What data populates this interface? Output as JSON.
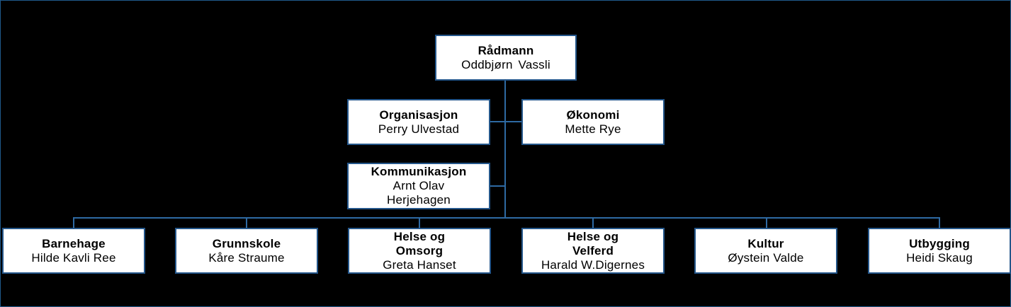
{
  "colors": {
    "background": "#000000",
    "box_fill": "#ffffff",
    "box_border": "#24568a",
    "connector": "#2e6aa3"
  },
  "top": {
    "title": "Rådmann",
    "name": "Oddbjørn  Vassli"
  },
  "staff": [
    {
      "title": "Organisasjon",
      "name": "Perry Ulvestad"
    },
    {
      "title": "Økonomi",
      "name": "Mette Rye"
    },
    {
      "title": "Kommunikasjon",
      "name": "Arnt Olav Herjehagen"
    }
  ],
  "units": [
    {
      "title": "Barnehage",
      "name": "Hilde Kavli Ree"
    },
    {
      "title": "Grunnskole",
      "name": "Kåre Straume"
    },
    {
      "title": "Helse og Omsorg",
      "name": "Greta Hanset"
    },
    {
      "title": "Helse og Velferd",
      "name": "Harald W.Digernes"
    },
    {
      "title": "Kultur",
      "name": "Øystein Valde"
    },
    {
      "title": "Utbygging",
      "name": "Heidi Skaug"
    }
  ]
}
